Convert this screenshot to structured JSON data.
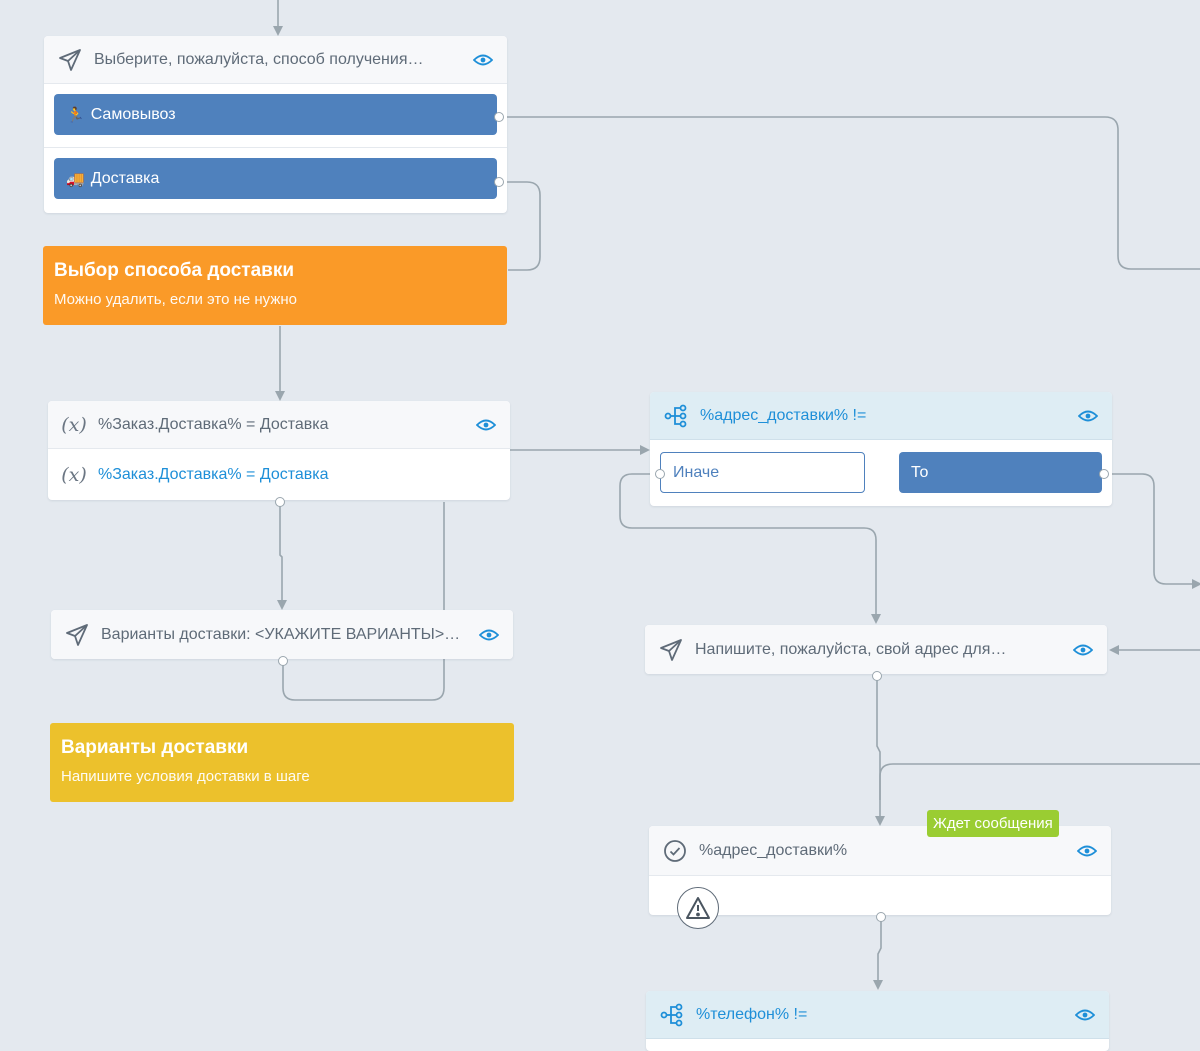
{
  "colors": {
    "canvas_bg": "#e4e9ef",
    "button_blue": "#4f81bd",
    "note_orange": "#fa9a28",
    "note_yellow": "#ecc12c",
    "badge_green": "#9acd32",
    "link_blue": "#1e8fd8",
    "wire": "#9aa6ae"
  },
  "delivery_choice": {
    "title": "Выберите, пожалуйста, способ получения…",
    "icon": "send-icon",
    "buttons": [
      {
        "emoji": "🏃",
        "label": "Самовывоз"
      },
      {
        "emoji": "🚚",
        "label": "Доставка"
      }
    ]
  },
  "note_delivery_method": {
    "title": "Выбор способа доставки",
    "text": "Можно удалить, если это не нужно"
  },
  "variable_node": {
    "icon": "variable-icon",
    "title": "%Заказ.Доставка% = Доставка",
    "row": "%Заказ.Доставка% = Доставка"
  },
  "delivery_options": {
    "title": "Варианты доставки: <УКАЖИТЕ ВАРИАНТЫ>…",
    "icon": "send-icon"
  },
  "note_delivery_options": {
    "title": "Варианты доставки",
    "text": "Напишите условия доставки в шаге"
  },
  "condition_address": {
    "icon": "branch-icon",
    "title": "%адрес_доставки% !=",
    "else_label": "Иначе",
    "then_label": "То"
  },
  "address_request": {
    "title": "Напишите, пожалуйста, свой адрес для…",
    "icon": "send-icon"
  },
  "address_input": {
    "icon": "check-circle-icon",
    "title": "%адрес_доставки%",
    "badge": "Ждет сообщения",
    "warning_icon": "warning-icon"
  },
  "condition_phone": {
    "icon": "branch-icon",
    "title": "%телефон% !="
  }
}
